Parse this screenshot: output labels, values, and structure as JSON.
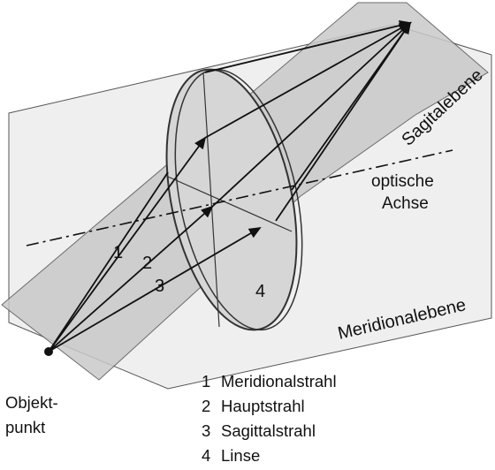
{
  "labels": {
    "sagittal_plane": "Sagitalebene",
    "optical_axis_line1": "optische",
    "optical_axis_line2": "Achse",
    "meridional_plane": "Meridionalebene",
    "lens_number": "4",
    "ray1": "1",
    "ray2": "2",
    "ray3": "3",
    "object_line1": "Objekt-",
    "object_line2": "punkt"
  },
  "legend": [
    {
      "num": "1",
      "text": "Meridionalstrahl"
    },
    {
      "num": "2",
      "text": "Hauptstrahl"
    },
    {
      "num": "3",
      "text": "Sagittalstrahl"
    },
    {
      "num": "4",
      "text": "Linse"
    }
  ]
}
